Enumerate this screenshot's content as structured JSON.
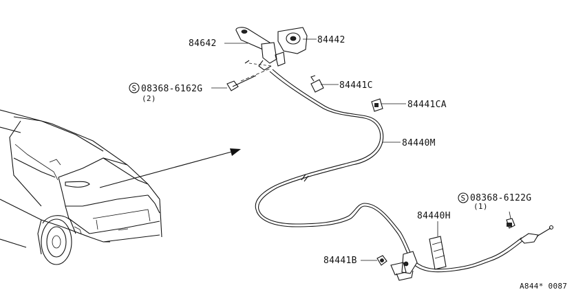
{
  "labels": {
    "p84642": "84642",
    "p84442": "84442",
    "p08368_6162G": "08368-6162G",
    "p08368_6162G_qty": "(2)",
    "p84441C": "84441C",
    "p84441CA": "84441CA",
    "p84440M": "84440M",
    "p08368_6122G": "08368-6122G",
    "p08368_6122G_qty": "(1)",
    "p84440H": "84440H",
    "p84441B": "84441B",
    "screw_symbol": "S",
    "diagram_code": "A844* 0087"
  }
}
